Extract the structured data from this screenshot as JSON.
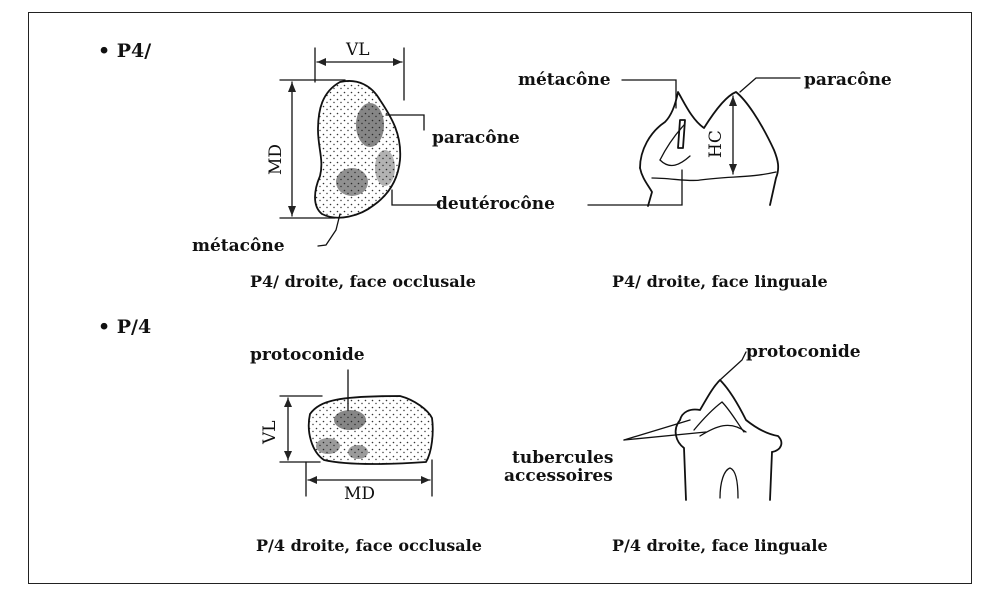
{
  "sections": {
    "upper": {
      "title": "• P4/"
    },
    "lower": {
      "title": "• P/4"
    }
  },
  "upper_occlusal": {
    "caption": "P4/ droite, face occlusale",
    "dim_vl": "VL",
    "dim_md": "MD",
    "label_paracone": "paracône",
    "label_deuterocone": "deutérocône",
    "label_metacone": "métacône"
  },
  "upper_lingual": {
    "caption": "P4/ droite, face linguale",
    "label_metacone": "métacône",
    "label_paracone": "paracône",
    "dim_hc": "HC"
  },
  "lower_occlusal": {
    "caption": "P/4 droite, face occlusale",
    "label_protoconide": "protoconide",
    "dim_vl": "VL",
    "dim_md": "MD"
  },
  "lower_lingual": {
    "caption": "P/4 droite, face  linguale",
    "label_protoconide": "protoconide",
    "label_tubercules_line1": "tubercules",
    "label_tubercules_line2": "accessoires"
  }
}
